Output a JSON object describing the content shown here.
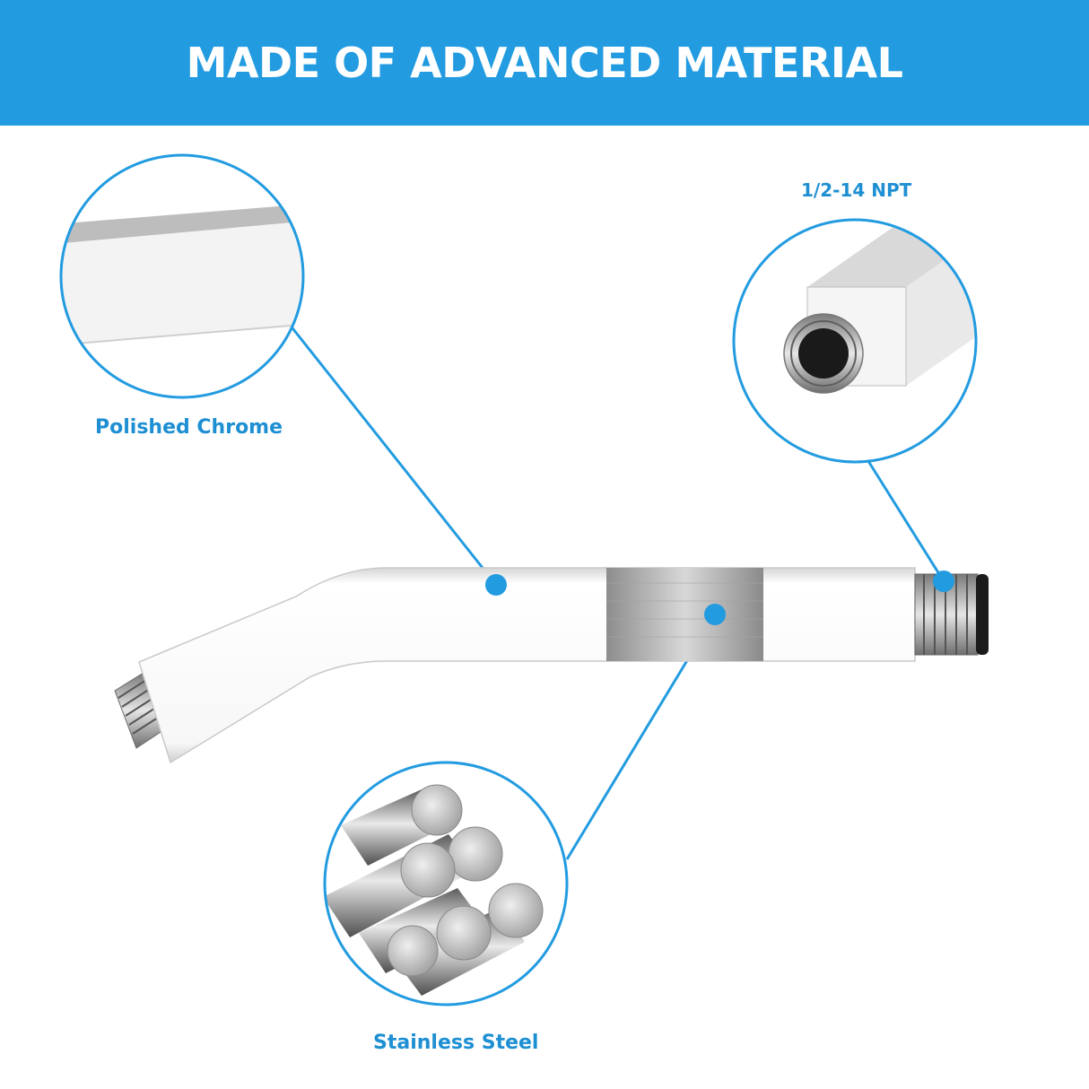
{
  "header": {
    "title": "MADE OF ADVANCED MATERIAL",
    "background_color": "#229be0",
    "text_color": "#ffffff"
  },
  "callouts": {
    "polished_chrome": {
      "label": "Polished Chrome"
    },
    "npt_thread": {
      "label": "1/2-14 NPT"
    },
    "stainless_steel": {
      "label": "Stainless Steel"
    }
  },
  "colors": {
    "accent": "#229be0",
    "label": "#1e8fd2",
    "chrome": "#f4f4f4",
    "steel": "#b5b5b5"
  },
  "icons": [
    "shower-arm-product",
    "chrome-surface-closeup",
    "threaded-end-closeup",
    "steel-rods-closeup"
  ]
}
